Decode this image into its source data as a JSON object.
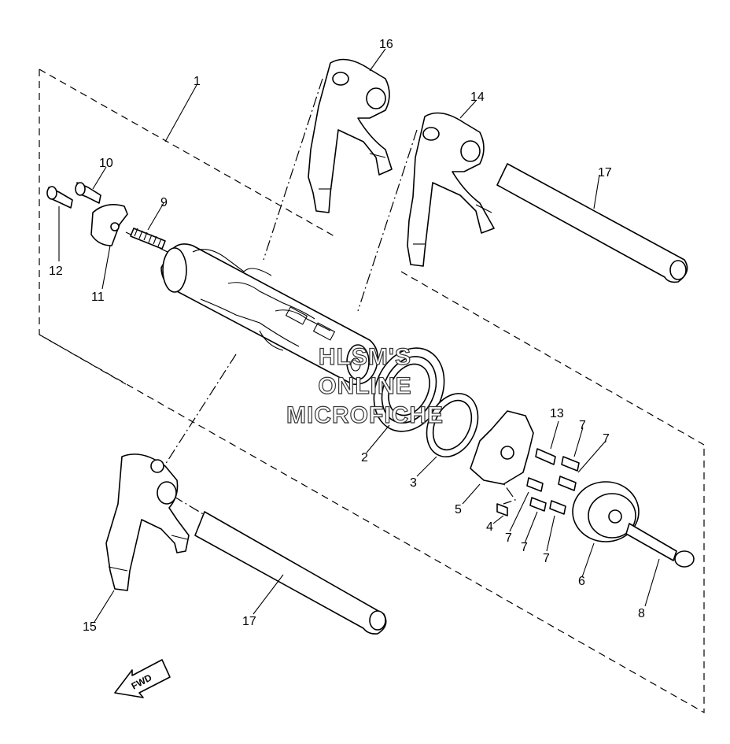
{
  "diagram": {
    "callouts": {
      "c1": "1",
      "c2": "2",
      "c3": "3",
      "c4": "4",
      "c5": "5",
      "c6": "6",
      "c7a": "7",
      "c7b": "7",
      "c7c": "7",
      "c7d": "7",
      "c7e": "7",
      "c8": "8",
      "c9": "9",
      "c10": "10",
      "c11": "11",
      "c12": "12",
      "c13": "13",
      "c14": "14",
      "c15": "15",
      "c16": "16",
      "c17a": "17",
      "c17b": "17"
    },
    "watermark": {
      "line1": "HLSM'S",
      "line2": "ONLINE",
      "line3": "MICROFICHE"
    },
    "fwd_label": "FWD"
  }
}
